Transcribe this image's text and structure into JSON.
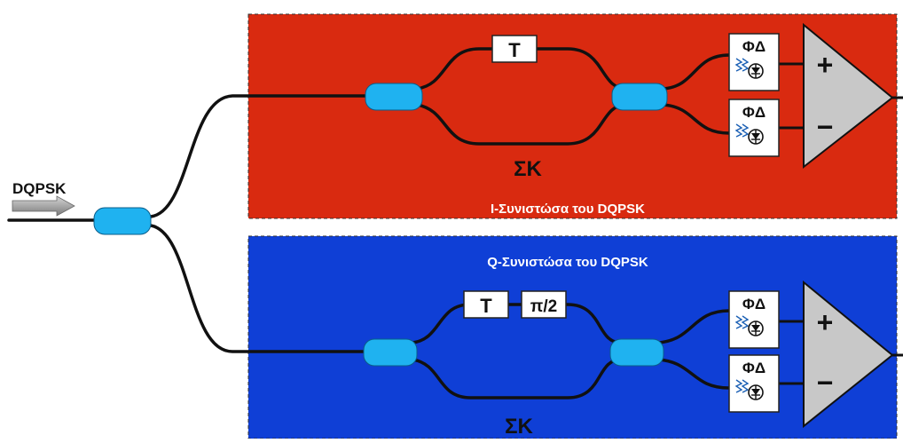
{
  "input": {
    "label": "DQPSK"
  },
  "i_branch": {
    "caption": "I-Συνιστώσα του DQPSK",
    "interferometer_label": "ΣΚ",
    "delay_label": "T",
    "detector_top_label": "ΦΔ",
    "detector_bottom_label": "ΦΔ",
    "plus_sign": "+",
    "minus_sign": "−"
  },
  "q_branch": {
    "caption": "Q-Συνιστώσα του DQPSK",
    "interferometer_label": "ΣΚ",
    "delay_label": "T",
    "phase_label": "π/2",
    "detector_top_label": "ΦΔ",
    "detector_bottom_label": "ΦΔ",
    "plus_sign": "+",
    "minus_sign": "−"
  },
  "colors": {
    "i_panel": "#d92a10",
    "q_panel": "#0f3fd6",
    "coupler": "#1fb2f0",
    "amplifier": "#c8c8c8",
    "fiber": "#111111",
    "arrow": "#8c8c8c"
  }
}
